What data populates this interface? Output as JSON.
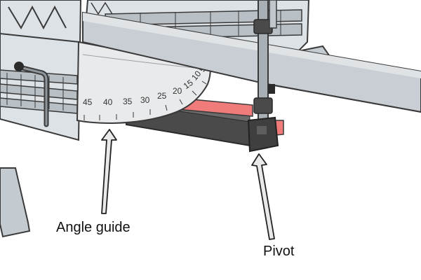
{
  "labels": {
    "angle_guide": "Angle guide",
    "pivot": "Pivot"
  },
  "scale": {
    "marks": [
      "45",
      "40",
      "35",
      "30",
      "25",
      "20",
      "15",
      "10",
      "5"
    ]
  },
  "colors": {
    "frame_fill": "#dde2e6",
    "frame_shade": "#b8c0c6",
    "outline": "#3a3a3a",
    "protractor": "#e9eaeb",
    "pivot_bar": "#4a4a4a",
    "pivot_accent": "#f07b7b",
    "arrow_fill": "#e9e9e9"
  }
}
